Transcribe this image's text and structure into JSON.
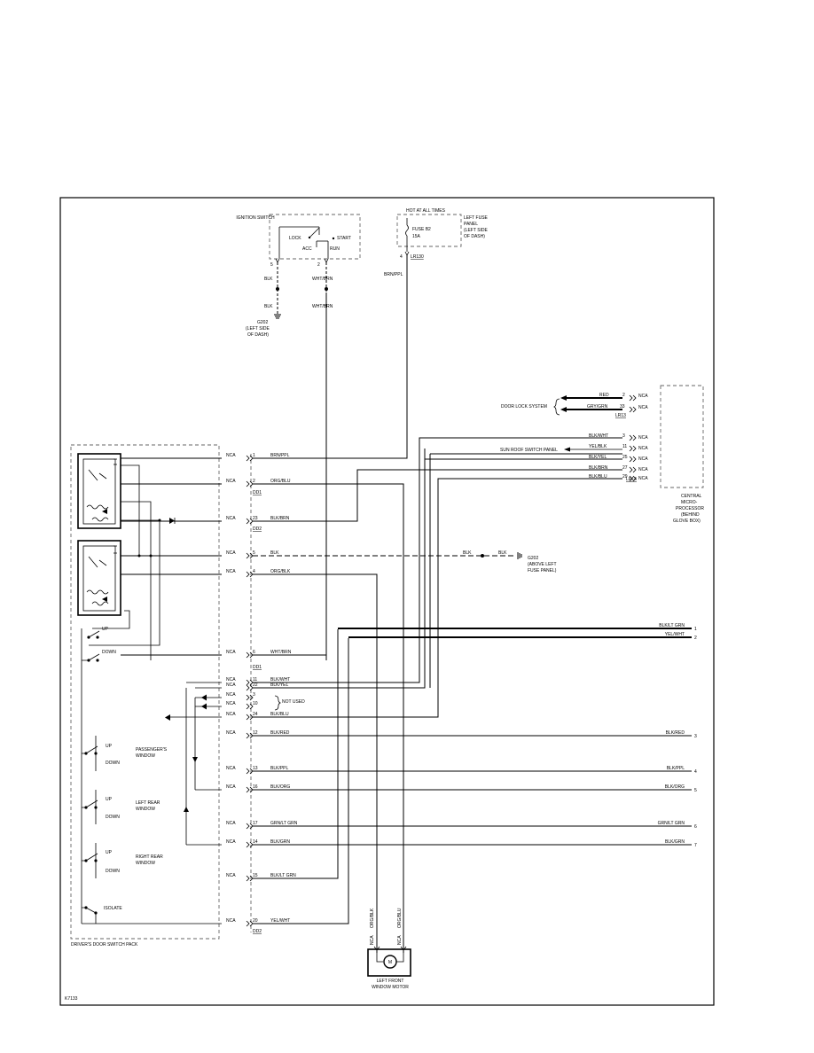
{
  "components": {
    "ignition_switch": "IGNITION SWITCH",
    "ign_lock": "LOCK",
    "ign_acc": "ACC",
    "ign_start": "START",
    "ign_run": "RUN",
    "hot_at_all_times": "HOT AT ALL TIMES",
    "fuse": "FUSE B2",
    "fuse_amp": "15A",
    "left_fuse_panel": [
      "LEFT FUSE",
      "PANEL",
      "(LEFT SIDE",
      "OF DASH)"
    ],
    "g202_left": [
      "G202",
      "(LEFT SIDE",
      "OF DASH)"
    ],
    "g202_above": [
      "G202",
      "(ABOVE LEFT",
      "FUSE PANEL)"
    ],
    "door_lock_system": "DOOR LOCK SYSTEM",
    "sunroof_switch_panel": "SUN ROOF SWITCH PANEL",
    "central_microprocessor": [
      "CENTRAL",
      "MICRO-",
      "PROCESSOR",
      "(BEHIND",
      "GLOVE BOX)"
    ],
    "not_used": "NOT USED",
    "drivers_door_switch_pack": "DRIVER'S DOOR SWITCH PACK",
    "left_front_window_motor": [
      "LEFT FRONT",
      "WINDOW MOTOR"
    ],
    "passengers_window": [
      "PASSENGER'S",
      "WINDOW"
    ],
    "left_rear_window": [
      "LEFT REAR",
      "WINDOW"
    ],
    "right_rear_window": [
      "RIGHT REAR",
      "WINDOW"
    ],
    "up": "UP",
    "down": "DOWN",
    "isolate": "ISOLATE",
    "figure_id": "K7133"
  },
  "ignition_pins": [
    "5",
    "2"
  ],
  "ignition_wires": [
    "BLK",
    "BLK",
    "WHT/BRN",
    "WHT/BRN"
  ],
  "fuse_pin": "4",
  "fuse_connector": "LR130",
  "fuse_wire": "BRN/PPL",
  "door_lock_rows": [
    {
      "wire": "RED",
      "pin": "2",
      "conn": "NCA"
    },
    {
      "wire": "GRY/GRN",
      "pin": "33",
      "conn": "NCA"
    }
  ],
  "door_lock_connector": "LR13",
  "cmp_rows": [
    {
      "wire": "BLK/WHT",
      "pin": "3",
      "conn": "NCA"
    },
    {
      "wire": "YEL/BLK",
      "pin": "11",
      "conn": "NCA"
    },
    {
      "wire": "BLK/YEL",
      "pin": "25",
      "conn": "NCA"
    },
    {
      "wire": "BLK/BRN",
      "pin": "27",
      "conn": "NCA"
    },
    {
      "wire": "BLK/BLU",
      "pin": "29",
      "conn": "NCA"
    }
  ],
  "cmp_connector": "LR14",
  "switch_pins": [
    {
      "conn": "NCA",
      "pin": "1",
      "wire": "BRN/PPL"
    },
    {
      "conn": "NCA",
      "pin": "2",
      "wire": "ORG/BLU"
    },
    {
      "conn": "NCA",
      "pin": "23",
      "wire": "BLK/BRN"
    },
    {
      "conn": "NCA",
      "pin": "5",
      "wire": "BLK"
    },
    {
      "conn": "NCA",
      "pin": "4",
      "wire": "ORG/BLK"
    },
    {
      "conn": "NCA",
      "pin": "6",
      "wire": "WHT/BRN"
    },
    {
      "conn": "NCA",
      "pin": "11",
      "wire": "BLK/WHT"
    },
    {
      "conn": "NCA",
      "pin": "22",
      "wire": "BLK/YEL"
    },
    {
      "conn": "NCA",
      "pin": "3",
      "wire": ""
    },
    {
      "conn": "NCA",
      "pin": "10",
      "wire": ""
    },
    {
      "conn": "NCA",
      "pin": "24",
      "wire": "BLK/BLU"
    },
    {
      "conn": "NCA",
      "pin": "12",
      "wire": "BLK/RED"
    },
    {
      "conn": "NCA",
      "pin": "13",
      "wire": "BLK/PPL"
    },
    {
      "conn": "NCA",
      "pin": "16",
      "wire": "BLK/ORG"
    },
    {
      "conn": "NCA",
      "pin": "17",
      "wire": "GRN/LT GRN"
    },
    {
      "conn": "NCA",
      "pin": "14",
      "wire": "BLK/GRN"
    },
    {
      "conn": "NCA",
      "pin": "15",
      "wire": "BLK/LT GRN"
    },
    {
      "conn": "NCA",
      "pin": "20",
      "wire": "YEL/WHT"
    }
  ],
  "connector_tags": [
    "DD1",
    "DD2",
    "DD1",
    "DD2"
  ],
  "blk_ground_labels": [
    "BLK",
    "BLK"
  ],
  "right_exits": [
    {
      "wire": "BLK/LT GRN",
      "num": "1"
    },
    {
      "wire": "YEL/WHT",
      "num": "2"
    },
    {
      "wire": "BLK/RED",
      "num": "3"
    },
    {
      "wire": "BLK/PPL",
      "num": "4"
    },
    {
      "wire": "BLK/ORG",
      "num": "5"
    },
    {
      "wire": "GRN/LT GRN",
      "num": "6"
    },
    {
      "wire": "BLK/GRN",
      "num": "7"
    }
  ],
  "motor_wires": [
    "ORG/BLK",
    "ORG/BLU"
  ],
  "motor_conns": [
    "NCA",
    "NCA"
  ],
  "motor_symbol": "M"
}
